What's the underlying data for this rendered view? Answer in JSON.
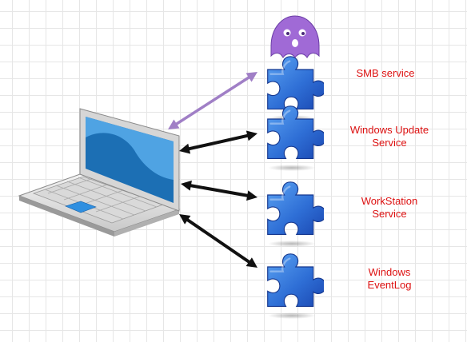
{
  "colors": {
    "label_text": "#dd1111",
    "arrow_default": "#111111",
    "arrow_attack": "#a07fc6",
    "ghost": "#a06ad6",
    "puzzle_light": "#5aa2f2",
    "puzzle_dark": "#1a46b0",
    "laptop_screen": "#1c6fb4"
  },
  "client": {
    "icon": "laptop-icon"
  },
  "attacker": {
    "icon": "ghost-icon"
  },
  "services": [
    {
      "label": "SMB service",
      "icon": "puzzle-piece-icon",
      "arrow_style": "attack"
    },
    {
      "label": "Windows Update\nService",
      "icon": "puzzle-piece-icon",
      "arrow_style": "default"
    },
    {
      "label": "WorkStation\nService",
      "icon": "puzzle-piece-icon",
      "arrow_style": "default"
    },
    {
      "label": "Windows\nEventLog",
      "icon": "puzzle-piece-icon",
      "arrow_style": "default"
    }
  ]
}
